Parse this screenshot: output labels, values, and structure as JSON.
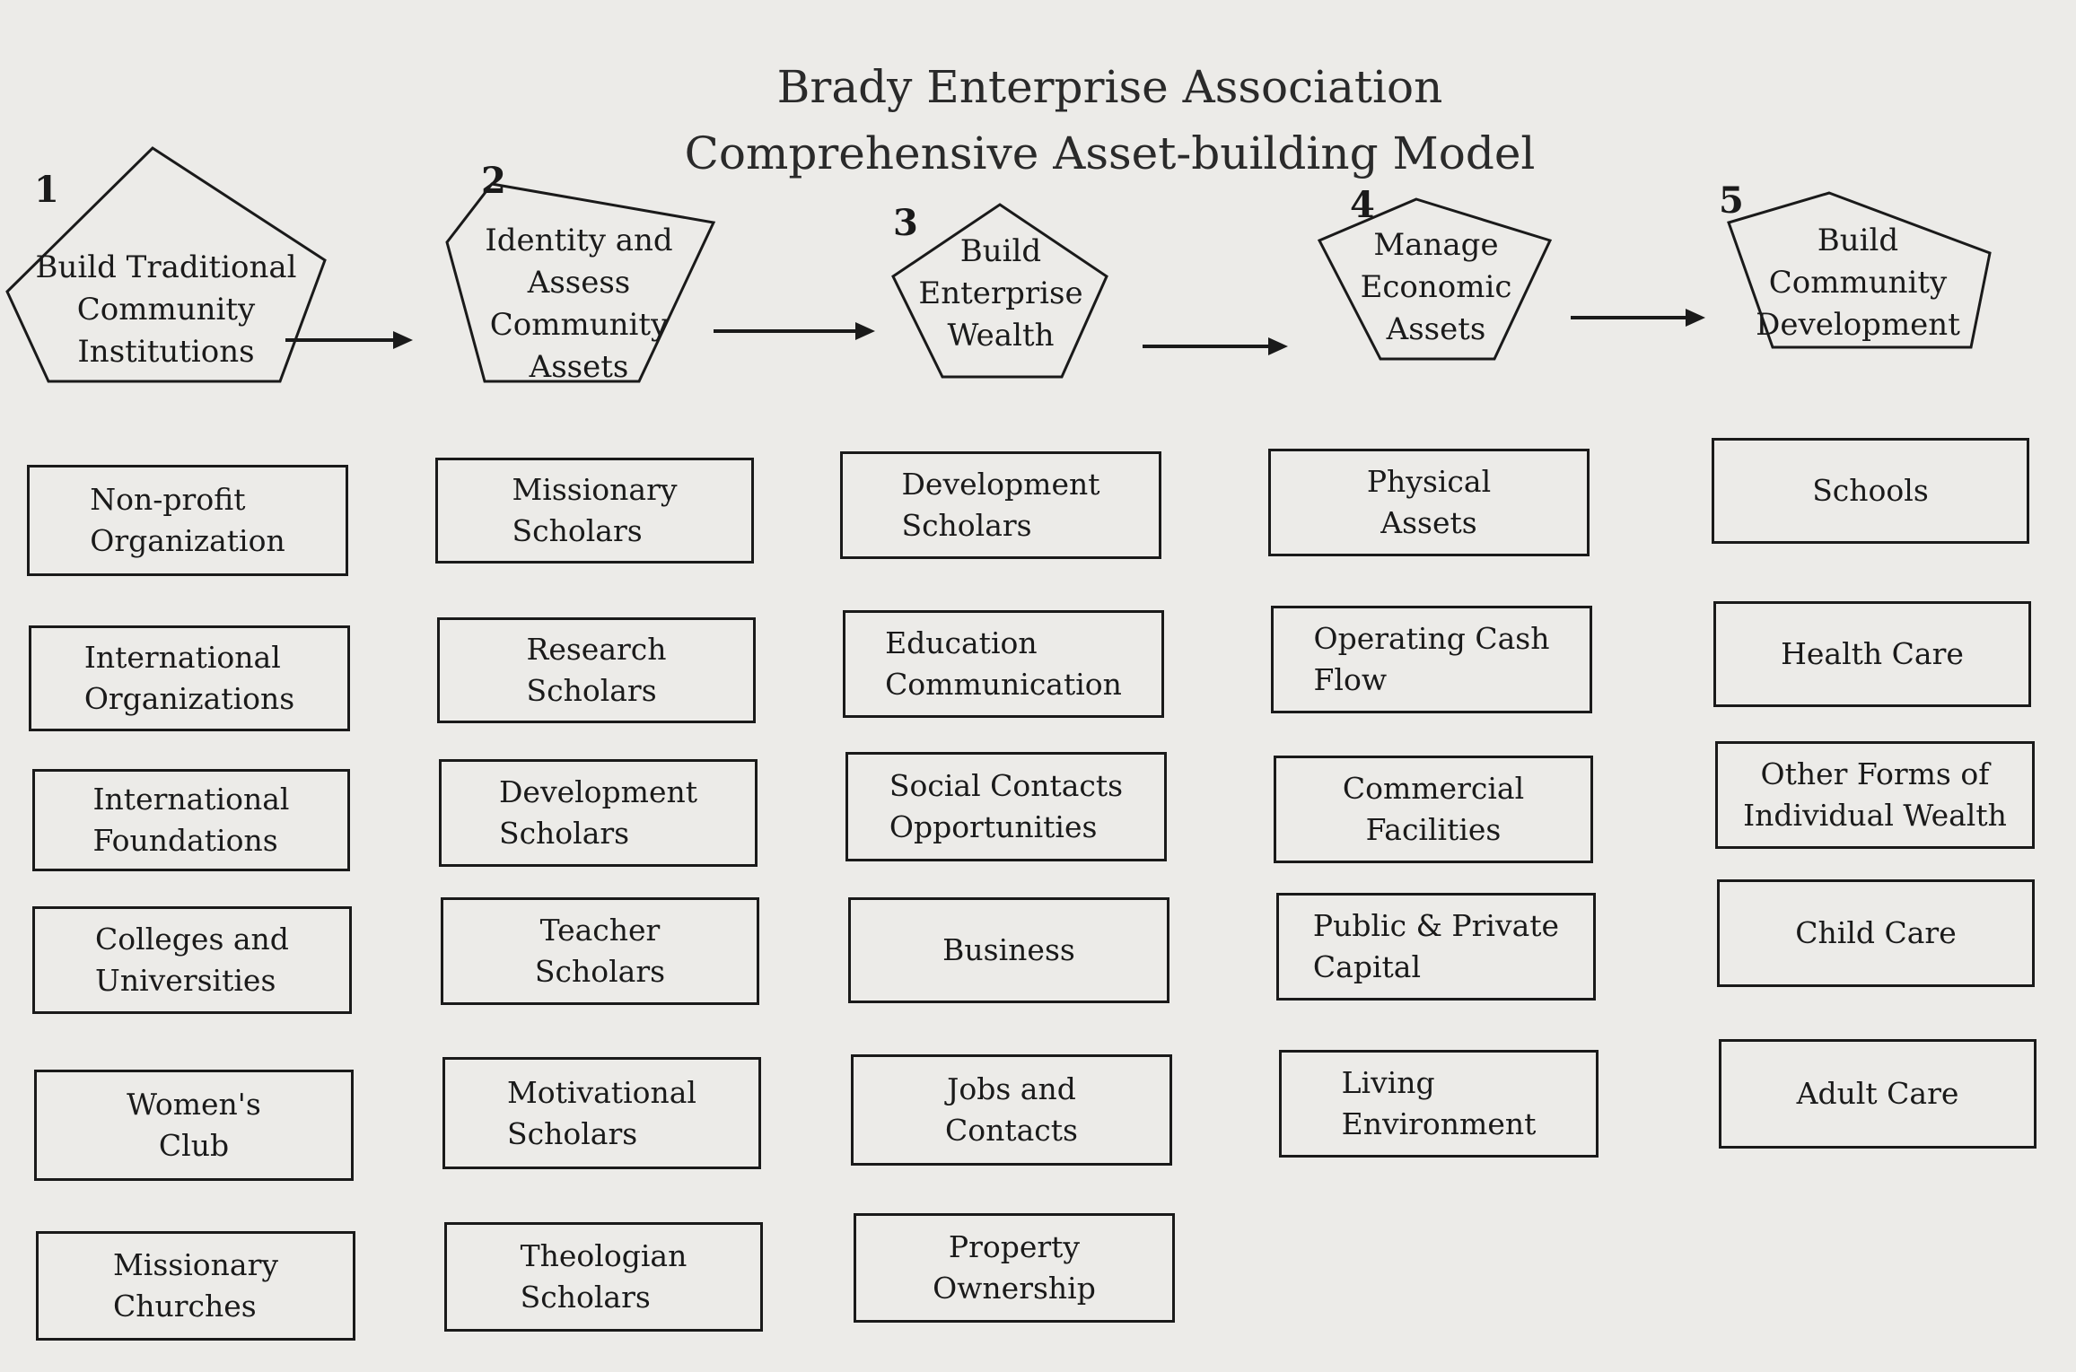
{
  "title_line1": "Brady Enterprise Association",
  "title_line2": "Comprehensive Asset-building Model",
  "columns": [
    {
      "number": "1",
      "heading": "Build Traditional\nCommunity\nInstitutions",
      "items": [
        "Non-profit\nOrganization",
        "International\nOrganizations",
        "International\nFoundations",
        "Colleges and\nUniversities",
        "Women's\nClub",
        "Missionary\nChurches"
      ]
    },
    {
      "number": "2",
      "heading": "Identity and\nAssess\nCommunity\nAssets",
      "items": [
        "Missionary\nScholars",
        "Research\nScholars",
        "Development\nScholars",
        "Teacher\nScholars",
        "Motivational\nScholars",
        "Theologian\nScholars"
      ]
    },
    {
      "number": "3",
      "heading": "Build\nEnterprise\nWealth",
      "items": [
        "Development\nScholars",
        "Education\nCommunication",
        "Social Contacts\nOpportunities",
        "Business",
        "Jobs and\nContacts",
        "Property\nOwnership"
      ]
    },
    {
      "number": "4",
      "heading": "Manage\nEconomic\nAssets",
      "items": [
        "Physical\nAssets",
        "Operating Cash\nFlow",
        "Commercial\nFacilities",
        "Public & Private\nCapital",
        "Living\nEnvironment"
      ]
    },
    {
      "number": "5",
      "heading": "Build\nCommunity\nDevelopment",
      "items": [
        "Schools",
        "Health Care",
        "Other Forms of\nIndividual Wealth",
        "Child Care",
        "Adult Care"
      ]
    }
  ]
}
